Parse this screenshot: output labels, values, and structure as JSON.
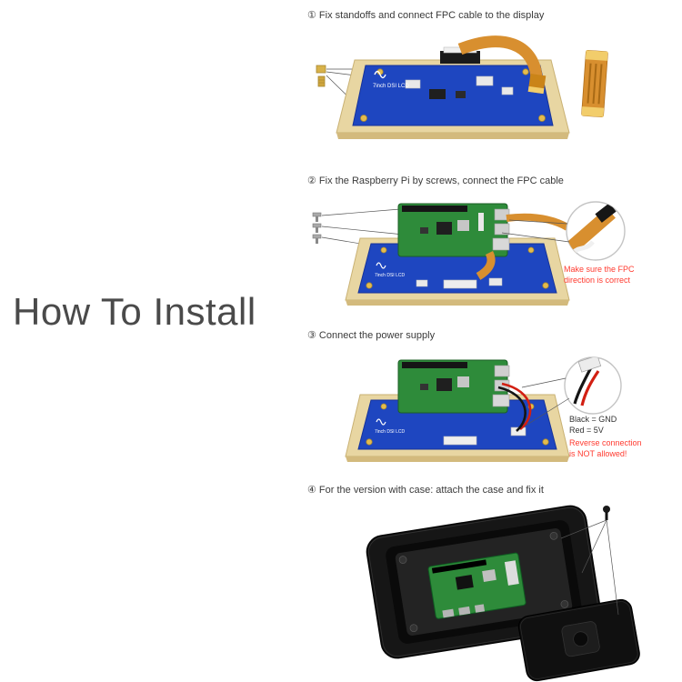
{
  "title": "How To Install",
  "steps": [
    {
      "label": "① Fix standoffs and connect FPC cable to the display"
    },
    {
      "label": "② Fix the Raspberry Pi by screws, connect the FPC cable",
      "note_red": "Make sure the FPC\ndirection is correct"
    },
    {
      "label": "③ Connect the power supply",
      "note_black": "Black = GND\nRed = 5V",
      "note_red": "Reverse connection\nis NOT allowed!"
    },
    {
      "label": "④ For the version with case: attach the case and fix it"
    }
  ],
  "board": {
    "label": "7inch DSI LCD"
  },
  "icons": {
    "logo": "waveshare-logo",
    "standoff": "standoff-icon",
    "screw": "screw-icon",
    "zoom": "zoom-circle"
  },
  "colors": {
    "title_gray": "#4a4a4a",
    "note_red": "#ff3b30",
    "pcb_blue": "#1e46c0",
    "frame_gold": "#e8d6a2",
    "pi_green": "#2e8b3a",
    "fpc_orange": "#d88f2f",
    "case_black": "#161616"
  }
}
